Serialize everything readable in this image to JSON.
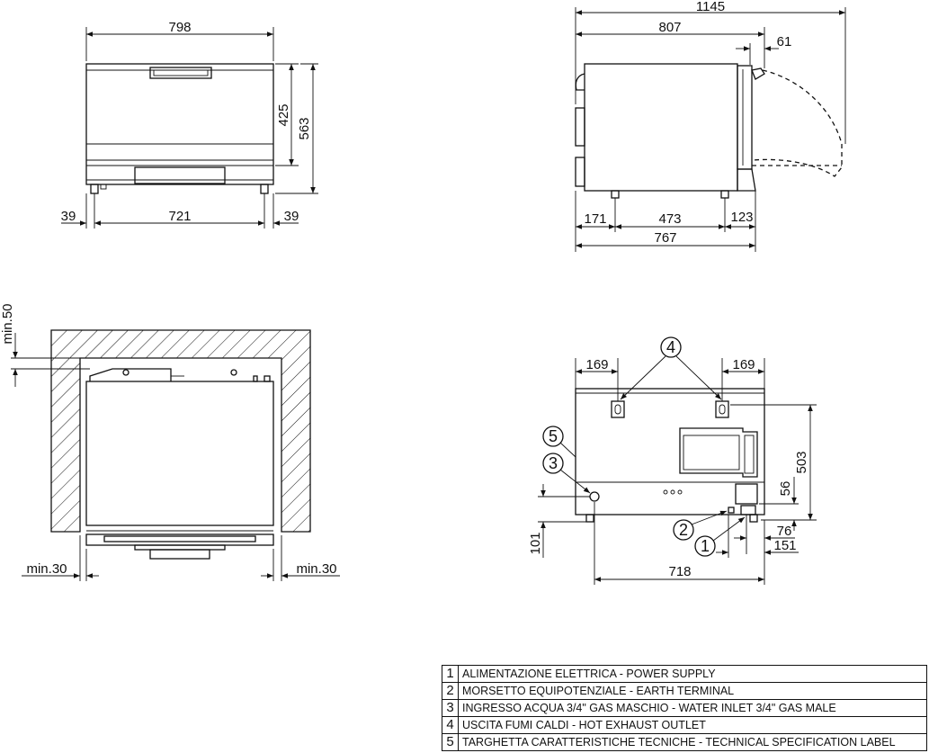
{
  "front_view": {
    "width_total": "798",
    "height_upper": "425",
    "height_total": "563",
    "feet_offset_left": "39",
    "feet_span": "721",
    "feet_offset_right": "39"
  },
  "side_view": {
    "length_with_door_open": "1145",
    "depth_body": "807",
    "handle_depth": "61",
    "rear_to_foot": "171",
    "foot_span": "473",
    "foot_to_front": "123",
    "depth_base": "767"
  },
  "plan_view": {
    "clearance_top": "min.50",
    "clearance_left": "min.30",
    "clearance_right": "min.30"
  },
  "rear_view": {
    "exhaust_offset_left": "169",
    "exhaust_offset_right": "169",
    "height_exhaust": "503",
    "height_power": "56",
    "height_water_inlet": "101",
    "power_offset_1": "76",
    "power_offset_2": "151",
    "water_to_power": "718",
    "callouts": [
      "1",
      "2",
      "3",
      "4",
      "5"
    ]
  },
  "legend": [
    {
      "num": "1",
      "text": "ALIMENTAZIONE ELETTRICA - POWER SUPPLY"
    },
    {
      "num": "2",
      "text": "MORSETTO EQUIPOTENZIALE - EARTH TERMINAL"
    },
    {
      "num": "3",
      "text": "INGRESSO ACQUA 3/4\" GAS MASCHIO - WATER INLET 3/4\" GAS MALE"
    },
    {
      "num": "4",
      "text": "USCITA FUMI CALDI - HOT EXHAUST OUTLET"
    },
    {
      "num": "5",
      "text": "TARGHETTA CARATTERISTICHE TECNICHE - TECHNICAL SPECIFICATION LABEL"
    }
  ]
}
